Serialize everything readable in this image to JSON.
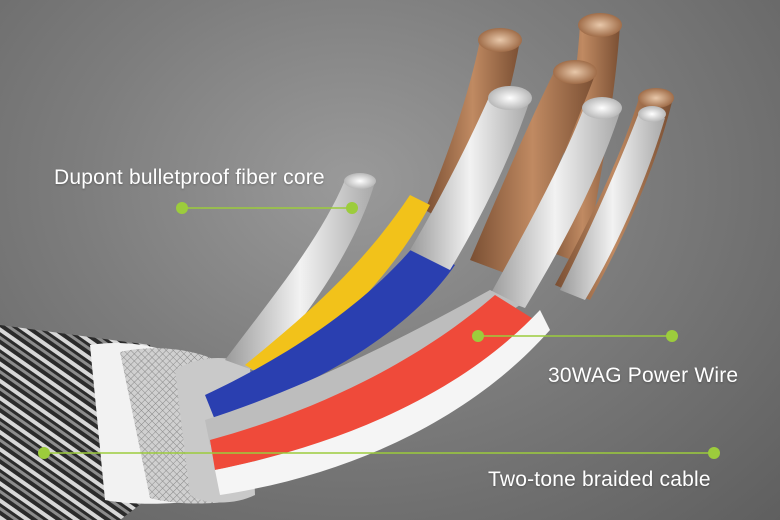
{
  "callouts": {
    "fiber_core": "Dupont bulletproof fiber core",
    "power_wire": "30WAG Power Wire",
    "braided_cable": "Two-tone braided cable"
  },
  "colors": {
    "background": "#7d7d7d",
    "callout_dot": "#9ccc3c",
    "copper": "#b07a55",
    "silver": "#dcdcdc",
    "blue_wire": "#2a3fb0",
    "red_wire": "#ef4a3a",
    "yellow_wire": "#f2c21a",
    "braid": "#2b2b2b"
  }
}
